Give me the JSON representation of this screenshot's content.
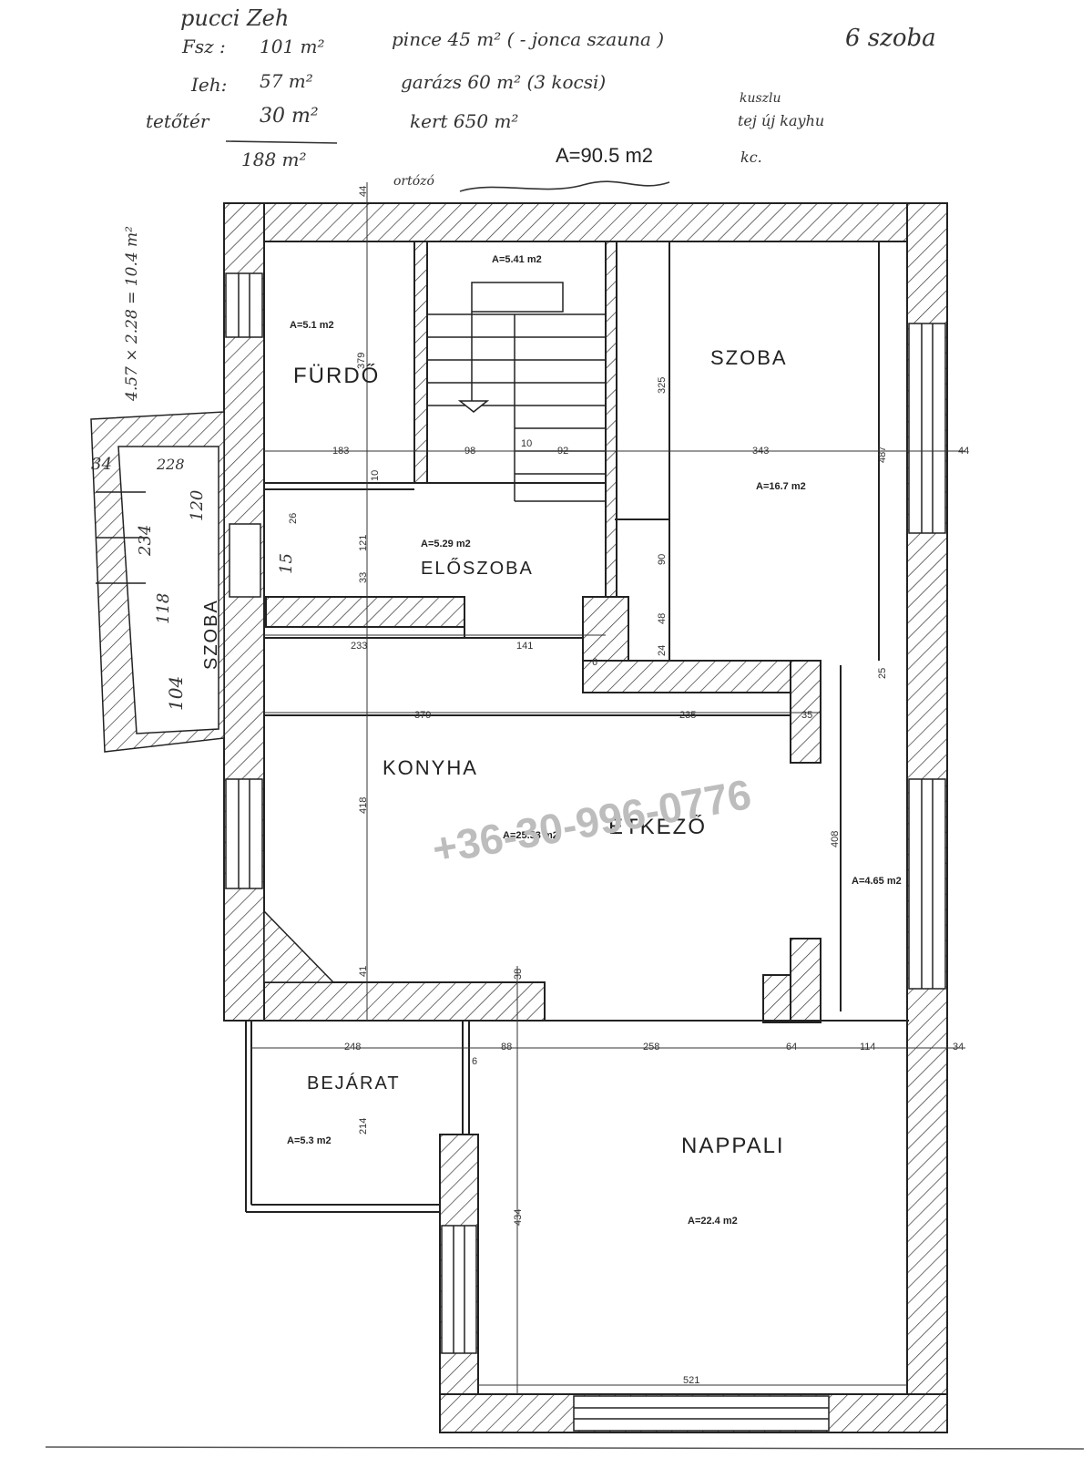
{
  "notes": {
    "heading": "pucci Zeh",
    "floors": [
      {
        "label": "Fsz :",
        "value": "101 m²"
      },
      {
        "label": "Ieh:",
        "value": "57 m²"
      },
      {
        "label": "tetőtér",
        "value": "30 m²"
      }
    ],
    "total": "188 m²",
    "extras": [
      "pince 45 m² ( - jonca szauna )",
      "garázs 60 m² (3 kocsi)",
      "kert 650 m²"
    ],
    "rooms_count": "6 szoba",
    "side_note": [
      "kuszlu",
      "tej új kayhu",
      "kc."
    ],
    "top_note": "ortózó",
    "scribble": "4.57 × 2.28 = 10.4 m²"
  },
  "plan": {
    "total_area": "A=90.5 m2",
    "rooms": [
      {
        "name": "FÜRDŐ",
        "area": "A=5.1 m2"
      },
      {
        "name": "",
        "area": "A=5.41 m2"
      },
      {
        "name": "SZOBA",
        "area": "A=16.7 m2"
      },
      {
        "name": "ELŐSZOBA",
        "area": "A=5.29 m2"
      },
      {
        "name": "KONYHA",
        "area": ""
      },
      {
        "name": "ÉTKEZŐ",
        "area": "A=25.53 m2"
      },
      {
        "name": "",
        "area": "A=4.65 m2"
      },
      {
        "name": "BEJÁRAT",
        "area": "A=5.3 m2"
      },
      {
        "name": "NAPPALI",
        "area": "A=22.4 m2"
      },
      {
        "name": "SZOBA",
        "area": ""
      }
    ],
    "dimensions": [
      "44",
      "183",
      "98",
      "10",
      "92",
      "343",
      "44",
      "379",
      "325",
      "487",
      "10",
      "26",
      "121",
      "33",
      "90",
      "48",
      "24",
      "233",
      "141",
      "6",
      "25",
      "379",
      "235",
      "35",
      "418",
      "408",
      "41",
      "38",
      "248",
      "88",
      "258",
      "64",
      "114",
      "34",
      "6",
      "214",
      "434",
      "521",
      "34",
      "228",
      "120",
      "234",
      "118",
      "104",
      "15"
    ]
  },
  "watermark": "+36-30-996-0776"
}
